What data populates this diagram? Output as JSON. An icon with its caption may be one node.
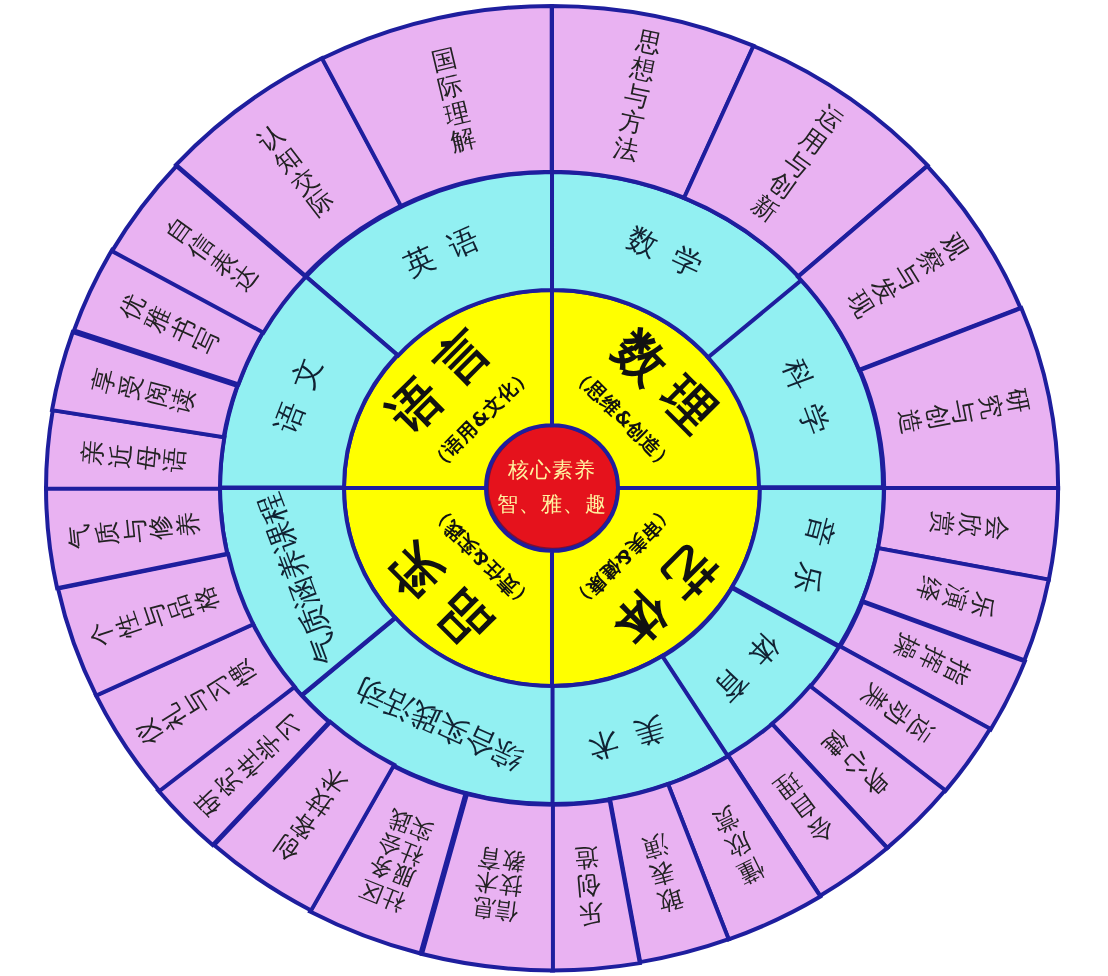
{
  "diagram": {
    "nodes": [
      {
        "text": [
          "核心素养",
          "智、雅、趣"
        ]
      },
      {
        "text": [
          "语言",
          "（语用&文化）"
        ]
      },
      {
        "text": [
          "数理",
          "（思维&创造）"
        ]
      },
      {
        "text": [
          "艺体",
          "（审美&健康）"
        ]
      },
      {
        "text": [
          "品实",
          "（责任&实践）"
        ]
      },
      {
        "text": [
          "英语"
        ]
      },
      {
        "text": [
          "数学"
        ]
      },
      {
        "text": [
          "科学"
        ]
      },
      {
        "text": [
          "音乐"
        ]
      },
      {
        "text": [
          "体育"
        ]
      },
      {
        "text": [
          "美术"
        ]
      },
      {
        "text": [
          "综合实践活动"
        ]
      },
      {
        "text": [
          "气质涵养课程"
        ]
      },
      {
        "text": [
          "语文"
        ]
      },
      {
        "text": [
          "思想与方法"
        ]
      },
      {
        "text": [
          "运用与创新"
        ]
      },
      {
        "text": [
          "观察与发现"
        ]
      },
      {
        "text": [
          "研究与创造"
        ]
      },
      {
        "text": [
          "会欣赏"
        ]
      },
      {
        "text": [
          "乐演绎"
        ]
      },
      {
        "text": [
          "指挥操"
        ]
      },
      {
        "text": [
          "运动美"
        ]
      },
      {
        "text": [
          "身心健"
        ]
      },
      {
        "text": [
          "会自理"
        ]
      },
      {
        "text": [
          "懂欣赏"
        ]
      },
      {
        "text": [
          "敢表演"
        ]
      },
      {
        "text": [
          "乐创造"
        ]
      },
      {
        "text": [
          "信息技术教育"
        ]
      },
      {
        "text": [
          "社区服务社会实践"
        ]
      },
      {
        "text": [
          "创客技术"
        ]
      },
      {
        "text": [
          "研究性学习"
        ]
      },
      {
        "text": [
          "仪礼与习惯"
        ]
      },
      {
        "text": [
          "个性与品格"
        ]
      },
      {
        "text": [
          "气质与修养"
        ]
      },
      {
        "text": [
          "亲近母语"
        ]
      },
      {
        "text": [
          "享受阅读"
        ]
      },
      {
        "text": [
          "优雅书写"
        ]
      },
      {
        "text": [
          "自信表达"
        ]
      },
      {
        "text": [
          "认知交际"
        ]
      },
      {
        "text": [
          "国际理解"
        ]
      }
    ]
  }
}
